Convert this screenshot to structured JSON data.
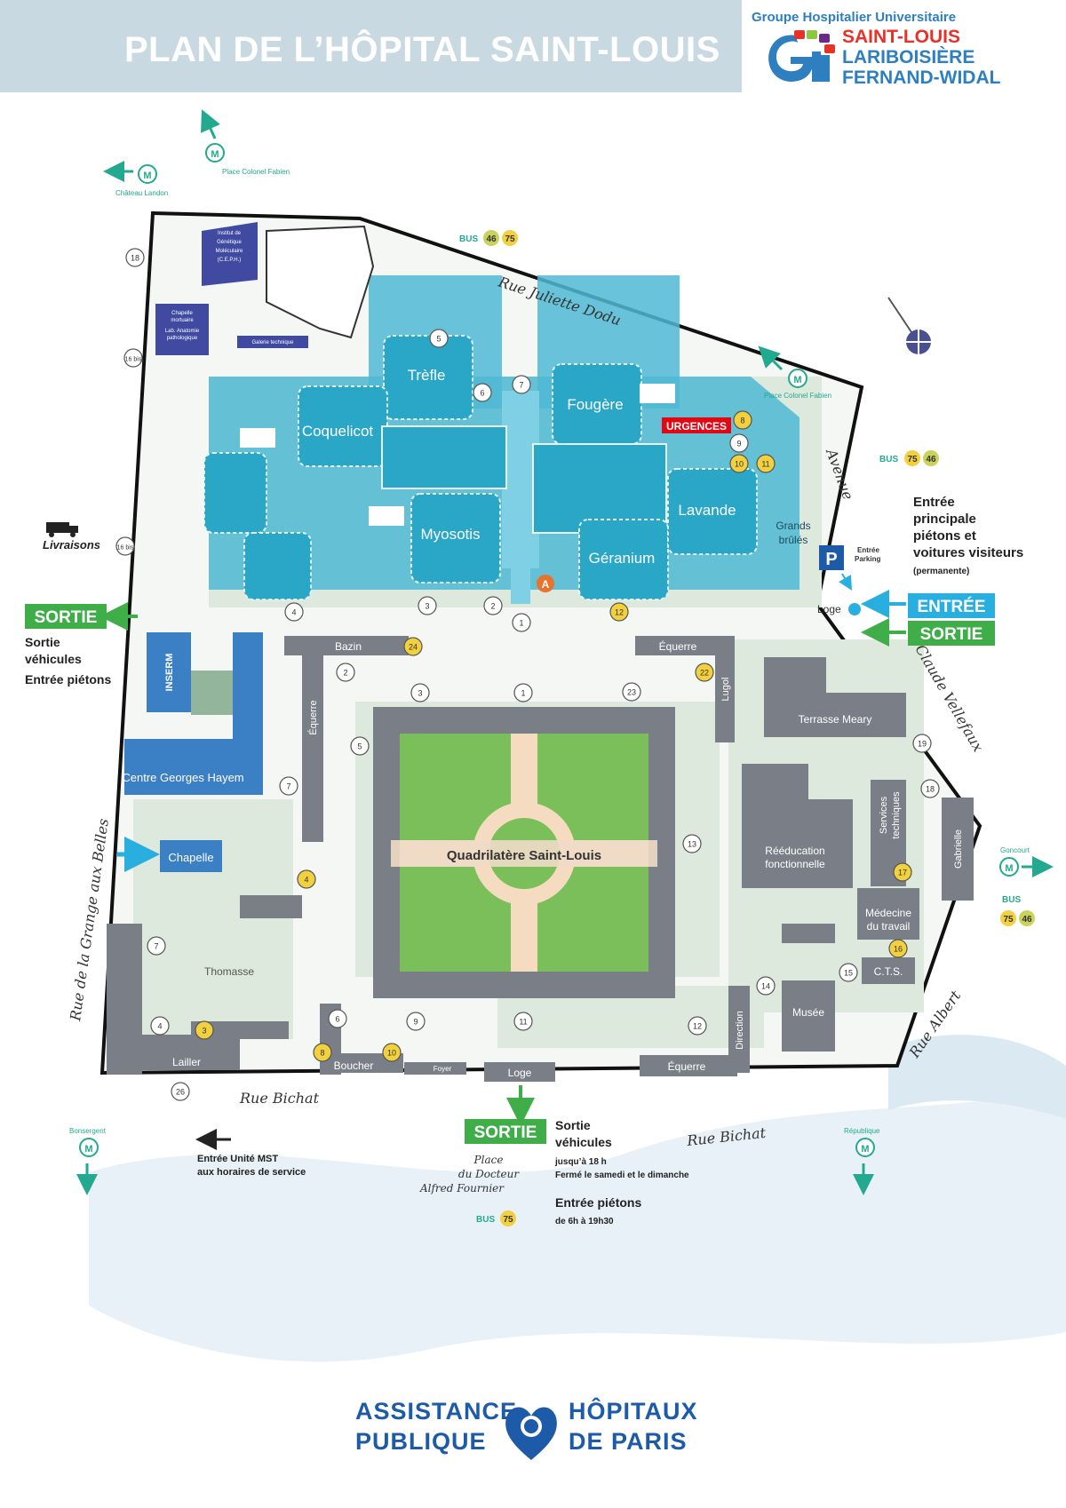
{
  "header": {
    "title": "PLAN DE L’HÔPITAL SAINT-LOUIS",
    "logo_group": "Groupe Hospitalier Universitaire",
    "logo_lines": [
      "SAINT-LOUIS",
      "LARIBOISIÈRE",
      "FERNAND-WIDAL"
    ]
  },
  "streets": {
    "juliette_dodu": "Rue Juliette Dodu",
    "avenue": "Avenue",
    "claude_vellefaux": "Claude Vellefaux",
    "grange_aux_belles": "Rue de la Grange aux Belles",
    "bichat_left": "Rue Bichat",
    "bichat_right": "Rue Bichat",
    "albert": "Rue Albert",
    "place_fournier": [
      "Place",
      "du Docteur",
      "Alfred Fournier"
    ]
  },
  "metro": {
    "symbol": "M",
    "colonel_fabien_top": "Place Colonel Fabien",
    "chateau_landon": "Château Landon",
    "colonel_fabien_right": "Place Colonel Fabien",
    "goncourt": "Goncourt",
    "bonsergent": "Bonsergent",
    "republique": "République"
  },
  "bus": {
    "label": "BUS",
    "top": [
      "46",
      "75"
    ],
    "right": [
      "75",
      "46"
    ],
    "right_lower": [
      "75",
      "46"
    ],
    "bottom": [
      "75"
    ]
  },
  "pavilions": {
    "trefle": "Trèfle",
    "coquelicot": "Coquelicot",
    "fougere": "Fougère",
    "myosotis": "Myosotis",
    "lavande": "Lavande",
    "geranium": "Géranium",
    "grands_brules": [
      "Grands",
      "brûlés"
    ]
  },
  "buildings": {
    "institut": [
      "Institut de",
      "Génétique",
      "Moléculaire",
      "(C.E.P.H.)"
    ],
    "chapelle_mortuaire": [
      "Chapelle",
      "mortuaire",
      "Lab. Anatomie",
      "pathologique"
    ],
    "galerie": "Galerie technique",
    "bazin": "Bazin",
    "equerre_left": "Équerre",
    "equerre_top": "Équerre",
    "lugol": "Lugol",
    "terrasse": "Terrasse Meary",
    "inserm": "INSERM",
    "hayem": "Centre Georges Hayem",
    "chapelle": "Chapelle",
    "quadrilatere": "Quadrilatère Saint-Louis",
    "reeducation": [
      "Rééducation",
      "fonctionnelle"
    ],
    "services_tech": [
      "Services",
      "techniques"
    ],
    "gabrielle": "Gabrielle",
    "medecine": [
      "Médecine",
      "du travail"
    ],
    "cts": "C.T.S.",
    "musee": "Musée",
    "direction": "Direction",
    "equerre_bottom": "Équerre",
    "lailler": "Lailler",
    "thomasse": "Thomasse",
    "boucher": "Boucher",
    "foyer": "Foyer",
    "loge_bottom": "Loge"
  },
  "labels": {
    "urgences": "URGENCES",
    "livraisons": "Livraisons",
    "parking_symbol": "P",
    "entree_parking": [
      "Entrée",
      "Parking"
    ],
    "loge_right": "Loge",
    "entree_main": [
      "Entrée",
      "principale",
      "piétons et",
      "voitures visiteurs"
    ],
    "permanente": "(permanente)",
    "entree": "ENTRÉE",
    "sortie": "SORTIE",
    "sortie_left_text": [
      "Sortie",
      "véhicules",
      "Entrée piétons"
    ],
    "entree_mst": [
      "Entrée Unité MST",
      "aux horaires de service"
    ],
    "sortie_vehicules": [
      "Sortie",
      "véhicules"
    ],
    "hours_vehicles": [
      "jusqu’à 18 h",
      "Fermé le samedi et le dimanche"
    ],
    "entree_pietons": "Entrée piétons",
    "hours_pedestrians": "de 6h à 19h30",
    "letter_a": "A"
  },
  "footer": {
    "left": [
      "ASSISTANCE",
      "PUBLIQUE"
    ],
    "right": [
      "HÔPITAUX",
      "DE PARIS"
    ]
  },
  "markers": {
    "arrows": [
      "18",
      "16 bis",
      "5",
      "6",
      "7",
      "8",
      "9",
      "10",
      "11",
      "12",
      "1",
      "2",
      "3",
      "4",
      "16 bis",
      "7",
      "4",
      "1",
      "2",
      "3",
      "22",
      "23",
      "19",
      "18",
      "13",
      "17",
      "16",
      "15",
      "14",
      "12",
      "11",
      "9",
      "10",
      "8",
      "6",
      "4",
      "3",
      "7",
      "26",
      "24",
      "5"
    ]
  },
  "colors": {
    "header_bg": "#c9d9e1",
    "pavilion": "#4fb8d3",
    "pavilion_light": "#7fd0e4",
    "building_grey": "#7a7f87",
    "inserm_blue": "#3b7fc4",
    "grass": "#dde9dd",
    "courtyard_green": "#7bbf5b",
    "sortie_green": "#3fae49",
    "entree_cyan": "#29aee0",
    "urgences_red": "#e30613",
    "metro_green": "#23a98f",
    "bus_yellow": "#f3d03e",
    "apm_blue": "#1d5aa8"
  }
}
